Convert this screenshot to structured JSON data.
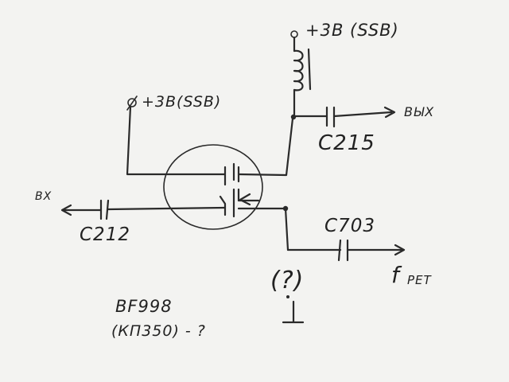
{
  "labels": {
    "supply_top": "+3В (SSB)",
    "supply_left": "+3В(SSB)",
    "output": "ВЫХ",
    "input": "ВХ",
    "cap_out": "C215",
    "cap_in": "C212",
    "cap_ref": "C703",
    "f_ref_main": "f",
    "f_ref_sub": "PET",
    "question": "(?)",
    "part": "BF998",
    "part_alt": "(КП350) - ?"
  }
}
